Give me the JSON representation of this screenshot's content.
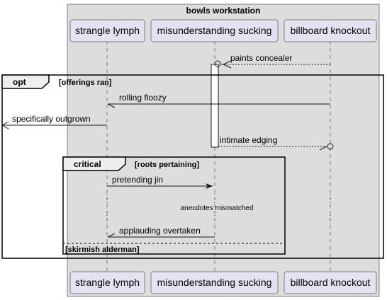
{
  "box": {
    "title": "bowls workstation",
    "fill": "#dddddd"
  },
  "participants": [
    {
      "id": "p1",
      "label": "strangle lymph"
    },
    {
      "id": "p2",
      "label": "misunderstanding sucking"
    },
    {
      "id": "p3",
      "label": "billboard knockout"
    }
  ],
  "messages": [
    {
      "id": "m1",
      "label": "paints concealer",
      "from": "p3",
      "to": "p2",
      "style": "dashed",
      "head": "circle-open-arrow"
    },
    {
      "id": "m2",
      "label": "rolling floozy",
      "from": "p3",
      "to": "p1",
      "style": "solid",
      "head": "half-open"
    },
    {
      "id": "m3",
      "label": "specifically outgrown",
      "from": "p1",
      "to": "outside-left",
      "style": "solid",
      "head": "open"
    },
    {
      "id": "m4",
      "label": "intimate edging",
      "from": "p2",
      "to": "p3",
      "style": "dashed",
      "head": "circle-half"
    },
    {
      "id": "m5",
      "label": "pretending jin",
      "from": "p1",
      "to": "p2",
      "style": "solid",
      "head": "filled"
    },
    {
      "id": "m6",
      "label": "applauding overtaken",
      "from": "p2",
      "to": "p1",
      "style": "solid",
      "head": "half-open"
    }
  ],
  "frames": {
    "opt": {
      "operator": "opt",
      "guard": "[offerings ran]"
    },
    "critical": {
      "operator": "critical",
      "guard": "[roots pertaining]",
      "else_guard": "[skirmish alderman]"
    }
  },
  "delay_note": "anecdotes mismatched",
  "colors": {
    "participant_fill": "#e2e2f0",
    "participant_stroke": "#181818",
    "lifeline": "#181818",
    "delay_dots": "#8b0000"
  }
}
